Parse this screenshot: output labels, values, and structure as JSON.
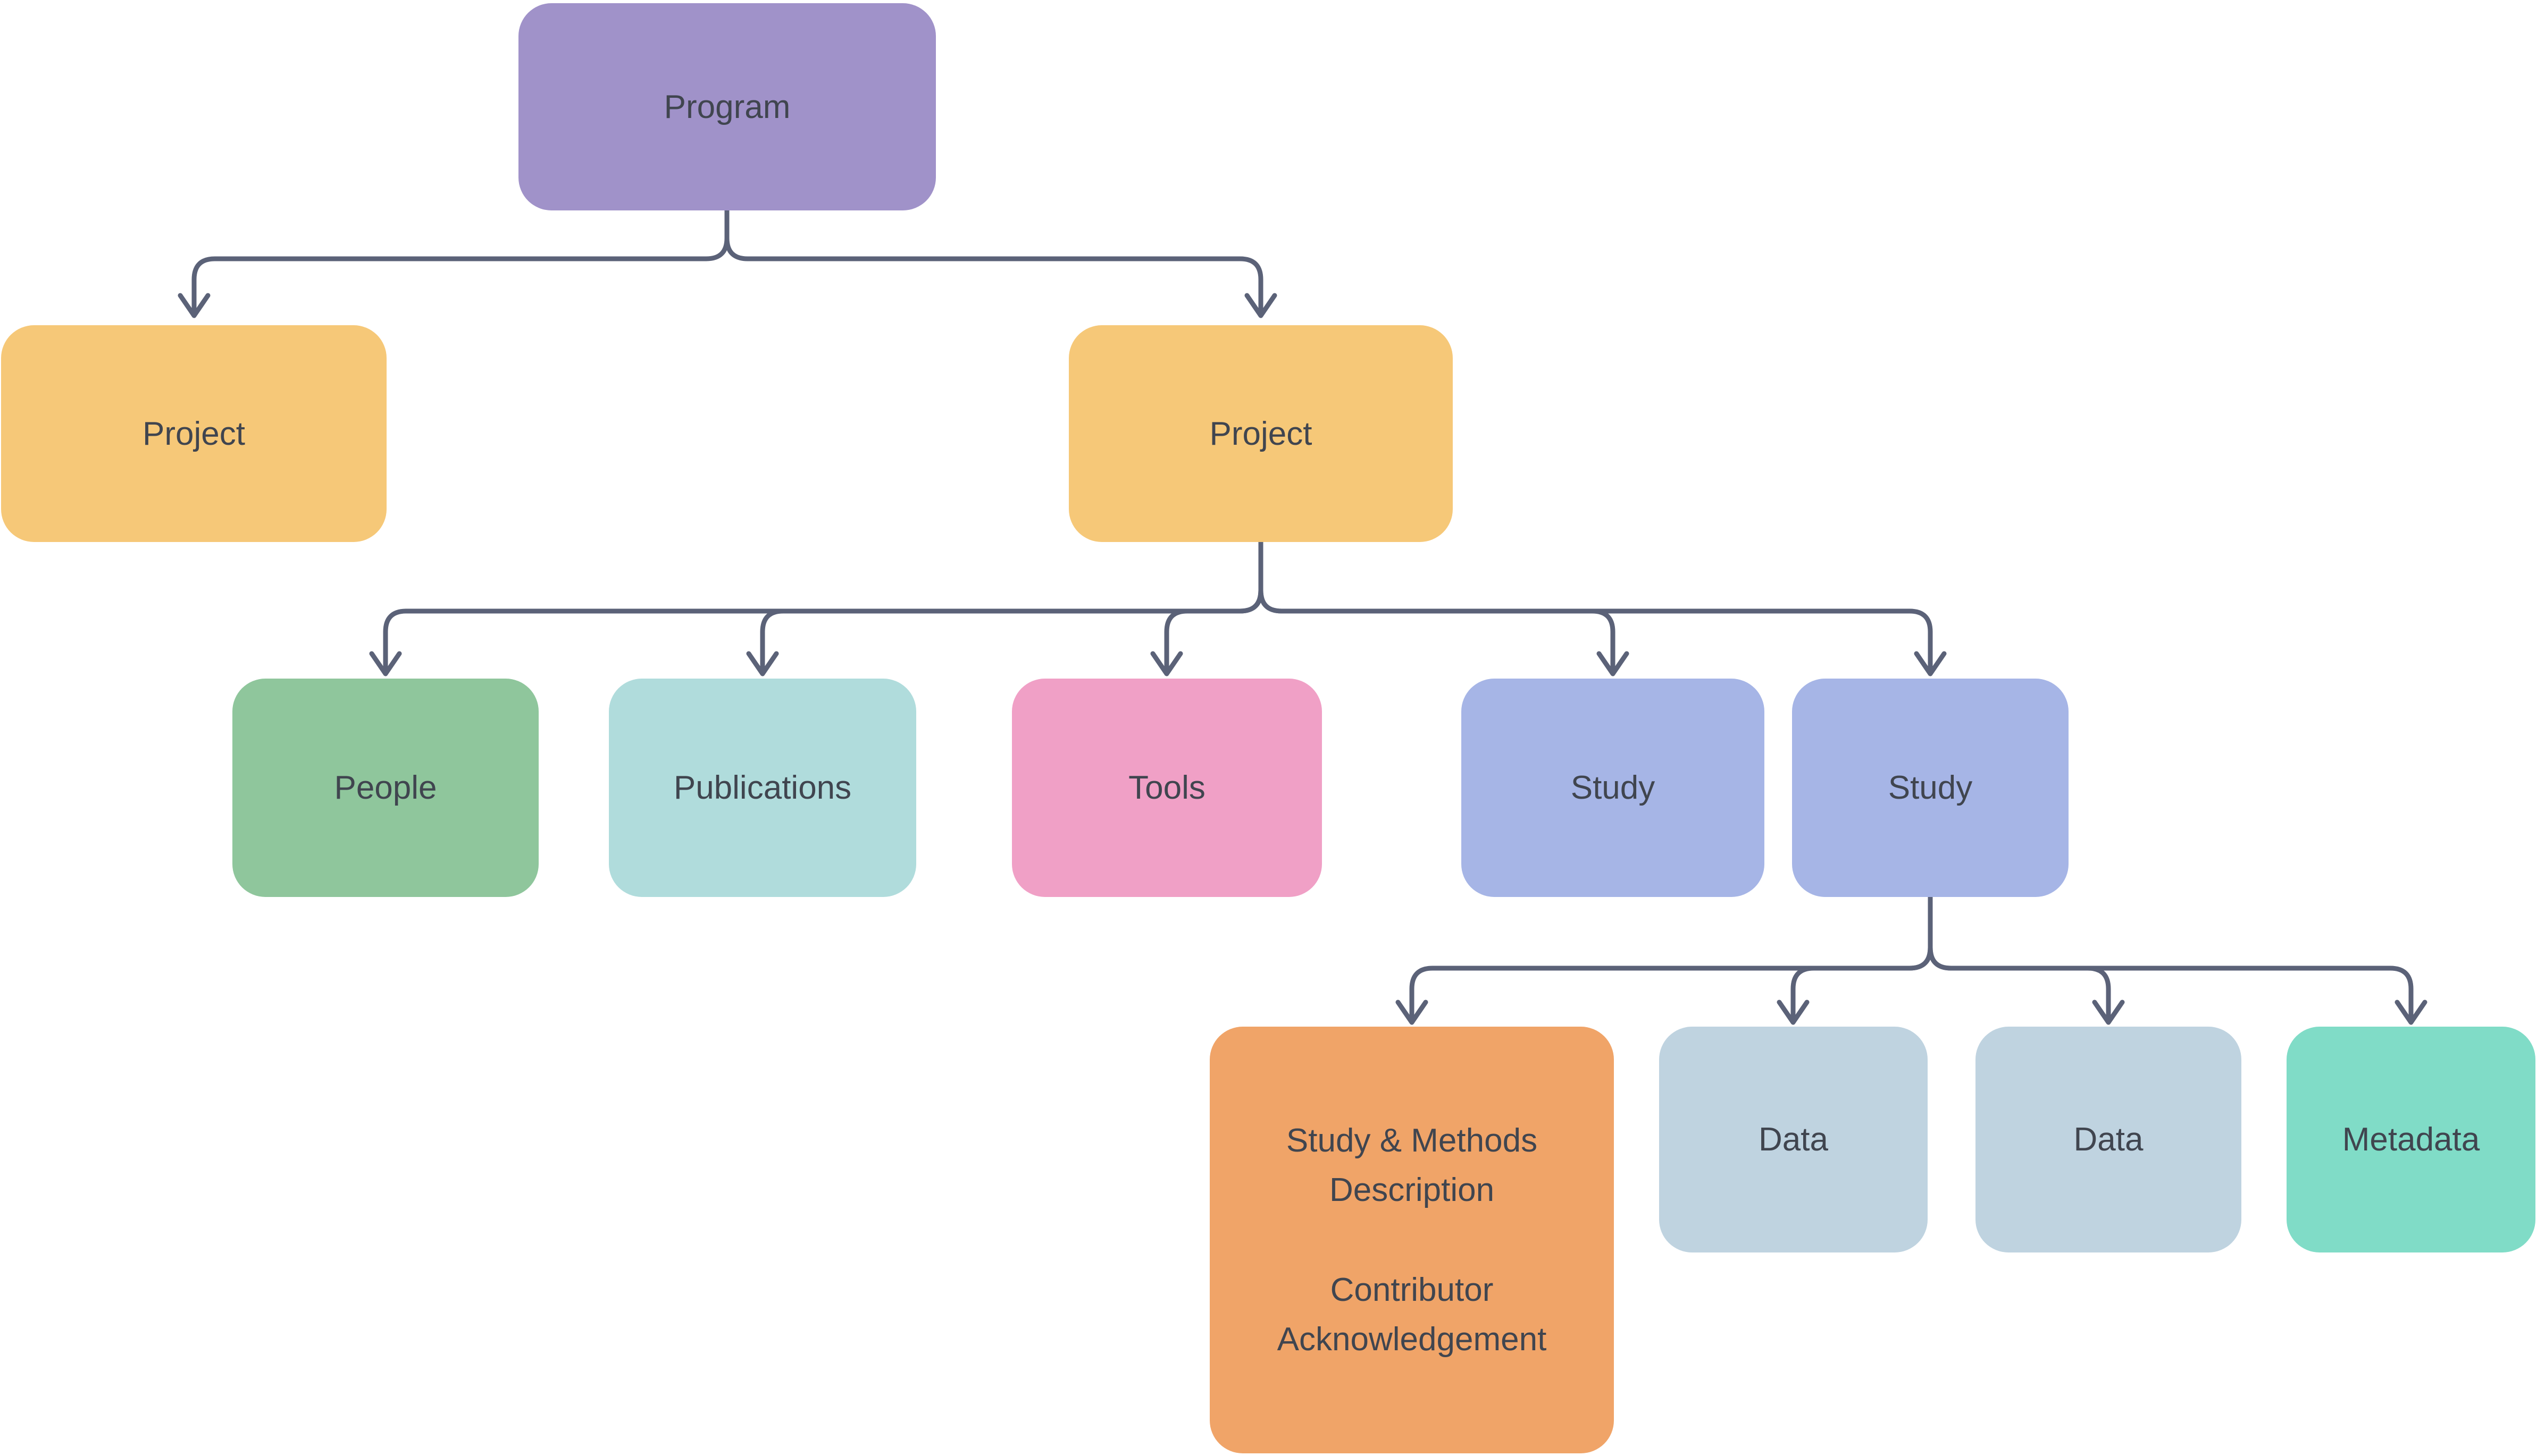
{
  "diagram": {
    "type": "hierarchy-flowchart",
    "connector_color": "#5b6278",
    "text_color": "#40454f",
    "background_color": "#ffffff",
    "nodes": {
      "program": {
        "label": "Program",
        "fill": "#a092c9",
        "level": 0
      },
      "project_left": {
        "label": "Project",
        "fill": "#f6c878",
        "level": 1
      },
      "project_right": {
        "label": "Project",
        "fill": "#f6c878",
        "level": 1
      },
      "people": {
        "label": "People",
        "fill": "#8fc69c",
        "level": 2
      },
      "publications": {
        "label": "Publications",
        "fill": "#b0dcdc",
        "level": 2
      },
      "tools": {
        "label": "Tools",
        "fill": "#f0a0c6",
        "level": 2
      },
      "study_1": {
        "label": "Study",
        "fill": "#a6b5e6",
        "level": 2
      },
      "study_2": {
        "label": "Study",
        "fill": "#a6b5e6",
        "level": 2
      },
      "methods": {
        "text_top": "Study & Methods Description",
        "text_bottom": "Contributor Acknowledgement",
        "fill": "#f0a468",
        "level": 3
      },
      "data_1": {
        "label": "Data",
        "fill": "#bfd3e0",
        "level": 3
      },
      "data_2": {
        "label": "Data",
        "fill": "#bfd3e0",
        "level": 3
      },
      "metadata": {
        "label": "Metadata",
        "fill": "#80dcc7",
        "level": 3
      }
    },
    "edges": [
      {
        "from": "program",
        "to": "project_left"
      },
      {
        "from": "program",
        "to": "project_right"
      },
      {
        "from": "project_right",
        "to": "people"
      },
      {
        "from": "project_right",
        "to": "publications"
      },
      {
        "from": "project_right",
        "to": "tools"
      },
      {
        "from": "project_right",
        "to": "study_1"
      },
      {
        "from": "project_right",
        "to": "study_2"
      },
      {
        "from": "study_2",
        "to": "methods"
      },
      {
        "from": "study_2",
        "to": "data_1"
      },
      {
        "from": "study_2",
        "to": "data_2"
      },
      {
        "from": "study_2",
        "to": "metadata"
      }
    ]
  }
}
